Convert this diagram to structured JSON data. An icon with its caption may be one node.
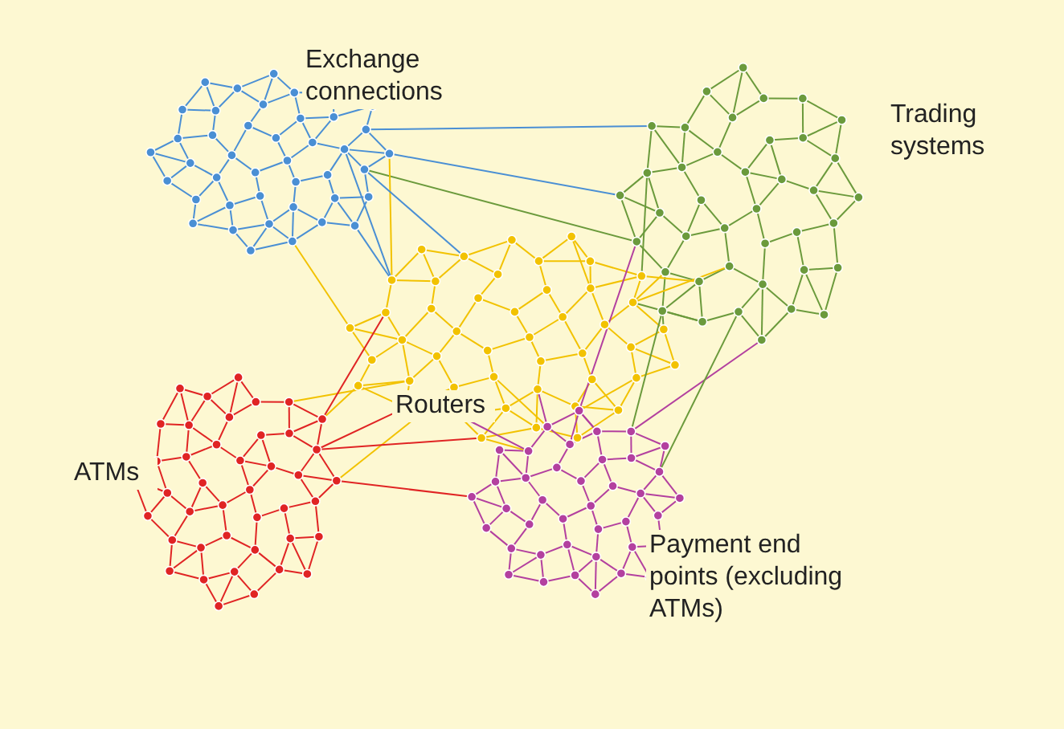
{
  "diagram": {
    "labels": [
      "Exchange connections",
      "Trading systems",
      "Routers",
      "ATMs",
      "Payment end points (excluding ATMs)"
    ]
  }
}
